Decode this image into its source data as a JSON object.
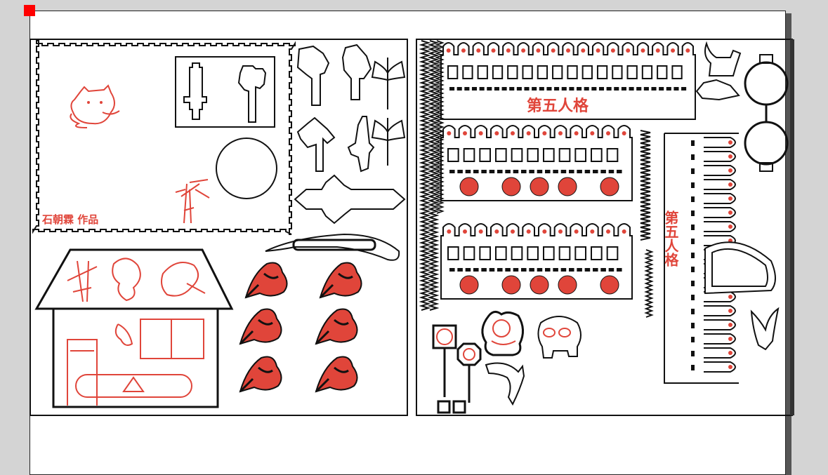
{
  "canvas": {
    "origin_marker_color": "#ff0000",
    "cut_color": "#111111",
    "engrave_color": "#e0453a"
  },
  "labels": {
    "signature": "石朝霖 作品",
    "banner_top": "第五人格",
    "banner_side": "第五人格"
  },
  "icons": [
    "cat-sketch-icon",
    "bamboo-icon",
    "sword-icon",
    "axe-icon",
    "pickaxe-icon",
    "hammer-icon",
    "double-axe-icon",
    "bow-icon",
    "flower-icon",
    "house-icon",
    "stop-sign-icon",
    "bear-mascot-icon",
    "cow-icon",
    "dolphin-icon",
    "cat-icon",
    "mouse-icon",
    "glasses-icon",
    "eagle-icon",
    "face-icon"
  ]
}
